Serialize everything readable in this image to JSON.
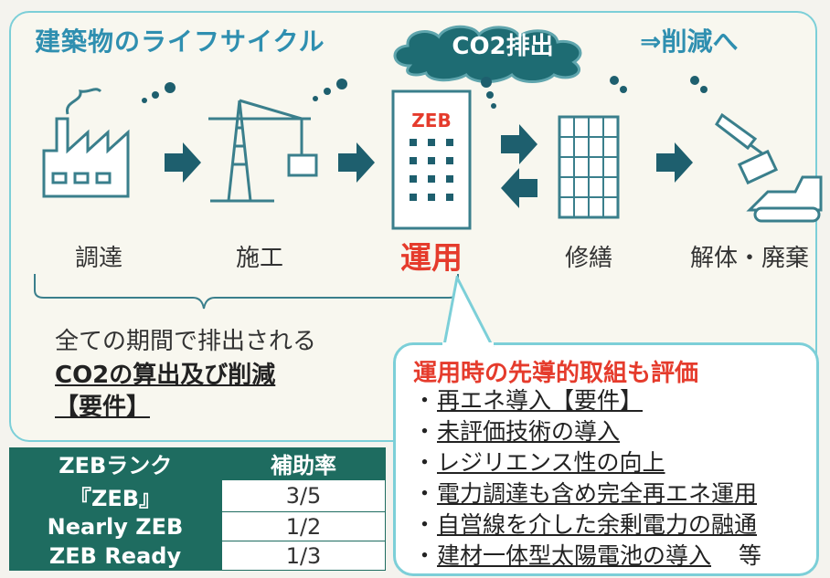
{
  "lifecycle": {
    "title": "建築物のライフサイクル",
    "cloud_label": "CO2排出",
    "reduce_label": "⇒削減へ",
    "stages": [
      {
        "label": "調達",
        "icon": "factory-icon"
      },
      {
        "label": "施工",
        "icon": "crane-icon"
      },
      {
        "label": "運用",
        "icon": "zeb-building-icon",
        "highlight": true
      },
      {
        "label": "修繕",
        "icon": "scaffold-building-icon"
      },
      {
        "label": "解体・廃棄",
        "icon": "bulldozer-icon"
      }
    ],
    "zeb_sign": "ZEB"
  },
  "period_note": {
    "line1": "全ての期間で排出される",
    "line2": "CO2の算出及び削減",
    "line3": "【要件】"
  },
  "operation": {
    "title": "運用時の先導的取組も評価",
    "items": [
      "再エネ導入【要件】",
      "未評価技術の導入",
      "レジリエンス性の向上",
      "電力調達も含め完全再エネ運用",
      "自営線を介した余剰電力の融通",
      "建材一体型太陽電池の導入"
    ],
    "suffix": "等"
  },
  "zeb_table": {
    "headers": [
      "ZEBランク",
      "補助率"
    ],
    "rows": [
      {
        "rank": "『ZEB』",
        "rate": "3/5"
      },
      {
        "rank": "Nearly ZEB",
        "rate": "1/2"
      },
      {
        "rank": "ZEB Ready",
        "rate": "1/3"
      }
    ]
  },
  "colors": {
    "accent": "#2f8fb0",
    "highlight": "#e53b2c",
    "arrow": "#1e5f6e",
    "table_header": "#1e6c60",
    "border": "#7ccfd8"
  }
}
